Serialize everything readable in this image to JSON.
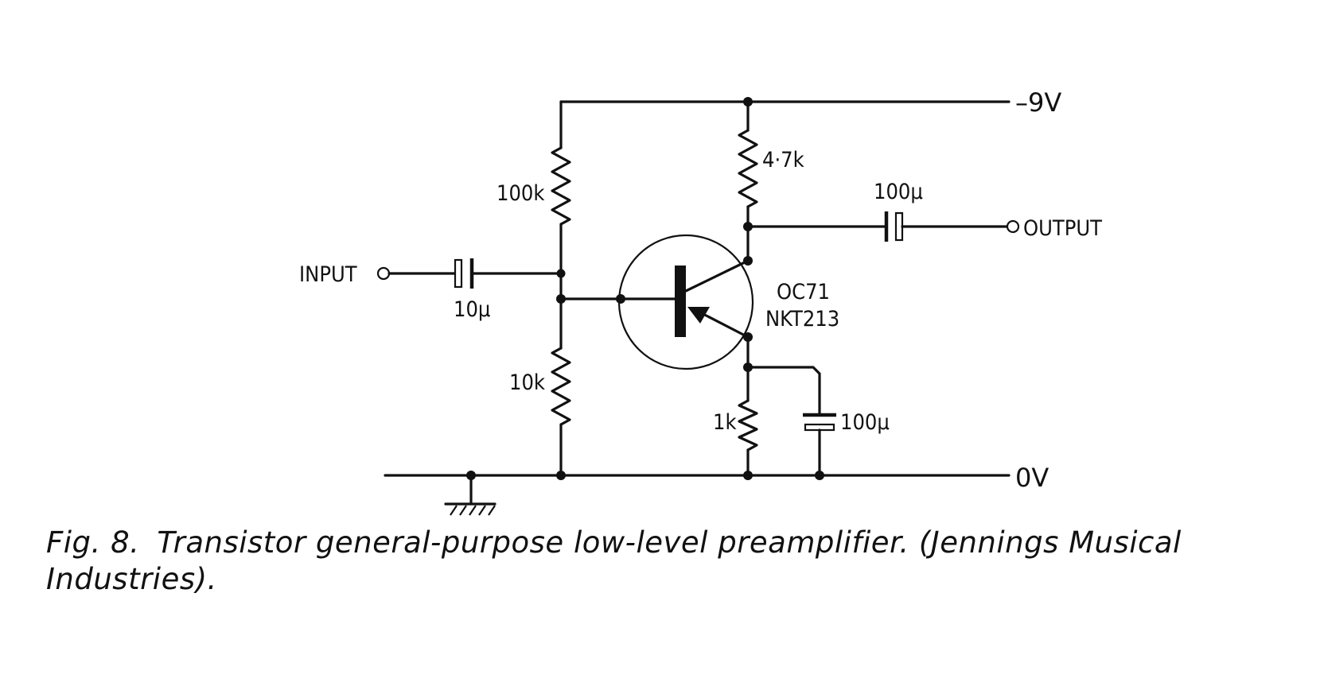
{
  "labels": {
    "supply_negative": "–9V",
    "supply_ground": "0V",
    "input": "INPUT",
    "output": "OUTPUT",
    "r_bias_top": "100k",
    "r_bias_bottom": "10k",
    "r_collector": "4·7k",
    "r_emitter": "1k",
    "c_input": "10µ",
    "c_output": "100µ",
    "c_emitter": "100µ",
    "transistor_1": "OC71",
    "transistor_2": "NKT213"
  },
  "caption": {
    "figure": "Fig. 8.",
    "text": "Transistor general-purpose low-level preamplifier. (Jennings Musical Industries)."
  }
}
